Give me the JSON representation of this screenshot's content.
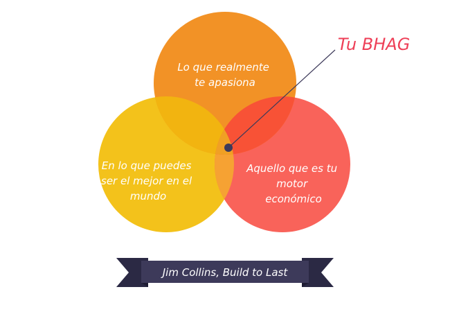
{
  "circles": {
    "top": {
      "label_lines": [
        "Lo que realmente",
        "te apasiona"
      ],
      "color": "#f29226"
    },
    "left": {
      "label_lines": [
        "En lo que puedes",
        "ser el mejor en el",
        "mundo"
      ],
      "color": "#f3c21b"
    },
    "right": {
      "label_lines": [
        "Aquello que es tu",
        "motor",
        "económico"
      ],
      "color": "#f9635a"
    }
  },
  "callout": {
    "label": "Tu BHAG",
    "color": "#ee3f57"
  },
  "banner": {
    "label": "Jim Collins, Build to Last",
    "color": "#3d3a5a",
    "tail_color": "#2b2944"
  }
}
